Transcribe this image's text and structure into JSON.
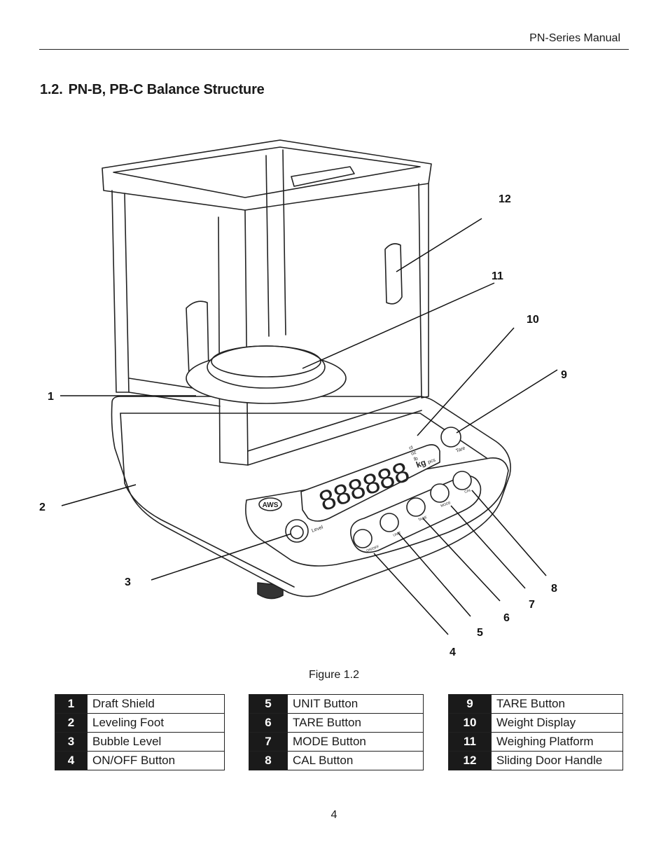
{
  "header": {
    "manual_title": "PN-Series Manual"
  },
  "section": {
    "number": "1.2.",
    "title": "PN-B, PB-C Balance Structure"
  },
  "figure": {
    "caption": "Figure 1.2",
    "callouts": [
      "1",
      "2",
      "3",
      "4",
      "5",
      "6",
      "7",
      "8",
      "9",
      "10",
      "11",
      "12"
    ],
    "device": {
      "brand": "AWS",
      "level_label": "Level",
      "tare_label": "Tare",
      "display_digits": "888888",
      "display_units": [
        "ct",
        "oz",
        "lb",
        "kg",
        "pcs"
      ],
      "button_labels": [
        "ON/OFF",
        "UNIT",
        "TARE",
        "MODE",
        "CAL"
      ]
    }
  },
  "legend": {
    "tables": [
      {
        "rows": [
          {
            "num": "1",
            "label": "Draft Shield"
          },
          {
            "num": "2",
            "label": "Leveling Foot"
          },
          {
            "num": "3",
            "label": "Bubble Level"
          },
          {
            "num": "4",
            "label": "ON/OFF Button"
          }
        ]
      },
      {
        "rows": [
          {
            "num": "5",
            "label": "UNIT Button"
          },
          {
            "num": "6",
            "label": "TARE Button"
          },
          {
            "num": "7",
            "label": "MODE Button"
          },
          {
            "num": "8",
            "label": "CAL Button"
          }
        ]
      },
      {
        "rows": [
          {
            "num": "9",
            "label": "TARE Button"
          },
          {
            "num": "10",
            "label": "Weight Display"
          },
          {
            "num": "11",
            "label": "Weighing Platform"
          },
          {
            "num": "12",
            "label": "Sliding Door Handle"
          }
        ]
      }
    ]
  },
  "page": {
    "number": "4"
  }
}
